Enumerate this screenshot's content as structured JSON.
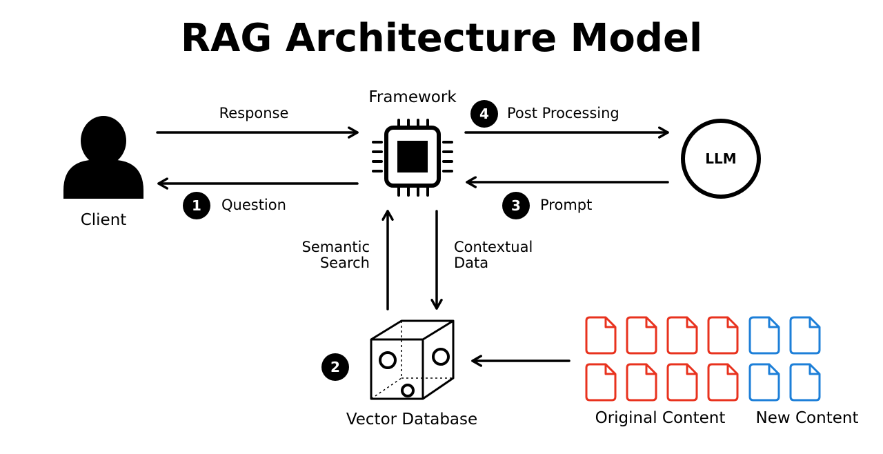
{
  "title": "RAG Architecture Model",
  "nodes": {
    "client": "Client",
    "framework": "Framework",
    "llm": "LLM",
    "vector_db": "Vector Database"
  },
  "edges": {
    "response": "Response",
    "question": "Question",
    "post_processing": "Post Processing",
    "prompt": "Prompt",
    "semantic_search_line1": "Semantic",
    "semantic_search_line2": "Search",
    "contextual_data_line1": "Contextual",
    "contextual_data_line2": "Data"
  },
  "steps": {
    "question": "1",
    "vector_db": "2",
    "prompt": "3",
    "post_processing": "4"
  },
  "content_groups": {
    "original": "Original Content",
    "new": "New Content"
  },
  "colors": {
    "original_content": "#e8321e",
    "new_content": "#1d7fd8",
    "ink": "#000000"
  },
  "icons": {
    "client": "person-icon",
    "framework": "cpu-chip-icon",
    "vector_db": "cube-icon",
    "document": "document-icon"
  }
}
